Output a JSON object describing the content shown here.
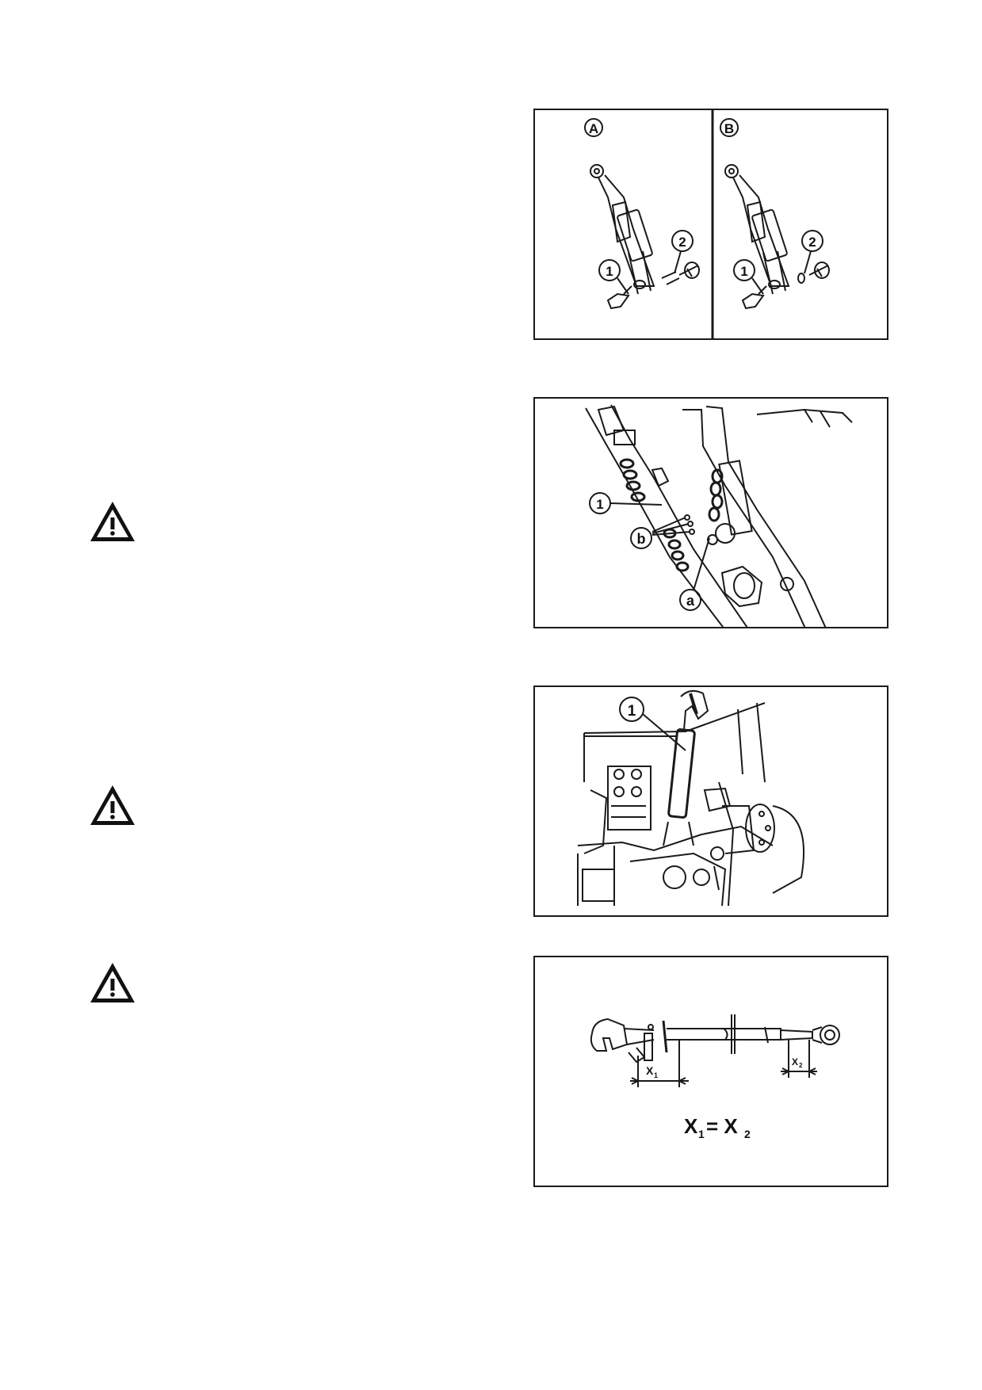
{
  "figures": {
    "fig1": {
      "panel_a_label": "A",
      "panel_b_label": "B",
      "a_callout_1": "1",
      "a_callout_2": "2",
      "b_callout_1": "1",
      "b_callout_2": "2"
    },
    "fig2": {
      "callout_1": "1",
      "callout_b": "b",
      "callout_a": "a"
    },
    "fig3": {
      "callout_1": "1"
    },
    "fig4": {
      "dim_x1_main": "X",
      "dim_x1_sub": "1",
      "dim_x2_main": "X",
      "dim_x2_sub": "2",
      "formula_x1": "X",
      "formula_sub1": "1",
      "formula_eq": "= X",
      "formula_sub2": "2"
    }
  },
  "icons": [
    "warning-triangle-icon"
  ],
  "colors": {
    "line": "#1a1a1a",
    "background": "#ffffff"
  }
}
